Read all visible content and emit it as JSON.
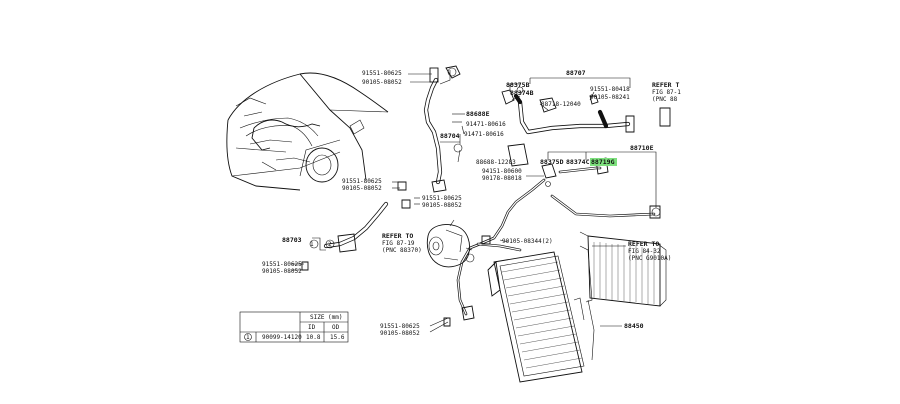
{
  "labels": {
    "p88707": "88707",
    "p88375B": "88375B",
    "p88374B": "88374B",
    "p88718": "88718-12040",
    "p91551_80418": "91551-80418",
    "p90105_08241": "90105-08241",
    "refer_top_right_1": "REFER T",
    "refer_top_right_2": "FIG 87-1",
    "refer_top_right_3": "(PNC 88",
    "p91551_80625_top": "91551-80625",
    "p90105_08052_top": "90105-08052",
    "p88688E": "88688E",
    "p91471_80616_a": "91471-80616",
    "p91471_80616_b": "91471-80616",
    "p88704": "88704",
    "p88688_12283": "88688-12283",
    "p94151_80600": "94151-80600",
    "p90178_08018": "90178-08018",
    "p88375D": "88375D",
    "p88374C": "88374C",
    "p88719G": "88719G",
    "p88710E": "88710E",
    "p91551_80625_mid": "91551-80625",
    "p90105_08052_mid": "90105-08052",
    "p91551_80625_mid2": "91551-80625",
    "p90105_08052_mid2": "90105-08052",
    "p88703": "88703",
    "refer_mid_1": "REFER TO",
    "refer_mid_2": "FIG 87-19",
    "refer_mid_3": "(PNC 88370)",
    "p90105_08344": "90105-08344(2)",
    "p91551_80625_left": "91551-80625",
    "p90105_08052_left": "90105-08052",
    "refer_right_1": "REFER TO",
    "refer_right_2": "FIG 84-32",
    "refer_right_3": "(PNC G9010A)",
    "p91551_80625_bot": "91551-80625",
    "p90105_08052_bot": "90105-08052",
    "p88450": "88450",
    "n1": "1",
    "n2": "2"
  },
  "table": {
    "header": "SIZE (mm)",
    "col_id": "ID",
    "col_od": "OD",
    "row_num": "1",
    "row_part": "90099-14120",
    "row_id": "10.8",
    "row_od": "15.6"
  },
  "colors": {
    "highlight": "#7de07d",
    "ink": "#111111"
  }
}
